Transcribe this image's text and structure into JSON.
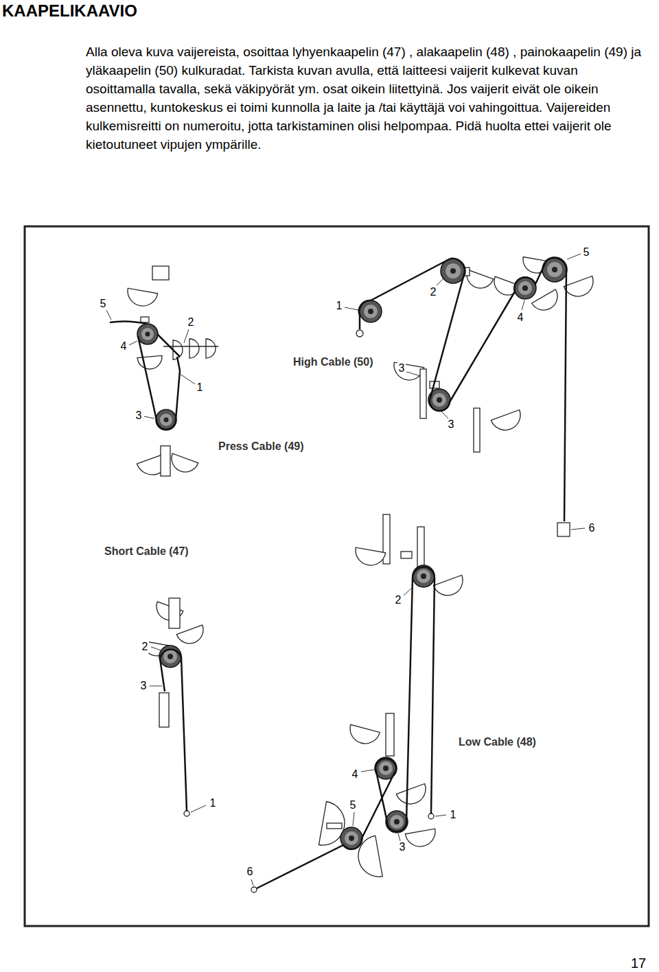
{
  "diagram": {
    "title": "KAAPELIKAAVIO",
    "labels": [
      "Alla oleva kuva vaijereista, osoittaa lyhyenkaapelin (47) , alakaapelin (48) , painokaapelin (49) ja yläkaapelin (50) kulkuradat. Tarkista kuvan avulla, että laitteesi vaijerit kulkevat kuvan osoittamalla tavalla, sekä väkipyörät ym. osat oikein liitettyinä. Jos vaijerit eivät ole oikein asennettu, kuntokeskus ei toimi kunnolla ja laite ja /tai käyttäjä voi vahingoittua. Vaijereiden kulkemisreitti on numeroitu, jotta tarkistaminen olisi helpompaa. Pidä huolta ettei vaijerit ole kietoutuneet vipujen ympärille.",
      "5",
      "2",
      "4",
      "1",
      "3",
      "Press Cable (49)",
      "1",
      "2",
      "5",
      "4",
      "High Cable (50)",
      "3",
      "3",
      "6",
      "Short Cable (47)",
      "2",
      "3",
      "1",
      "2",
      "Low Cable (48)",
      "4",
      "5",
      "1",
      "3",
      "6",
      "17"
    ]
  }
}
